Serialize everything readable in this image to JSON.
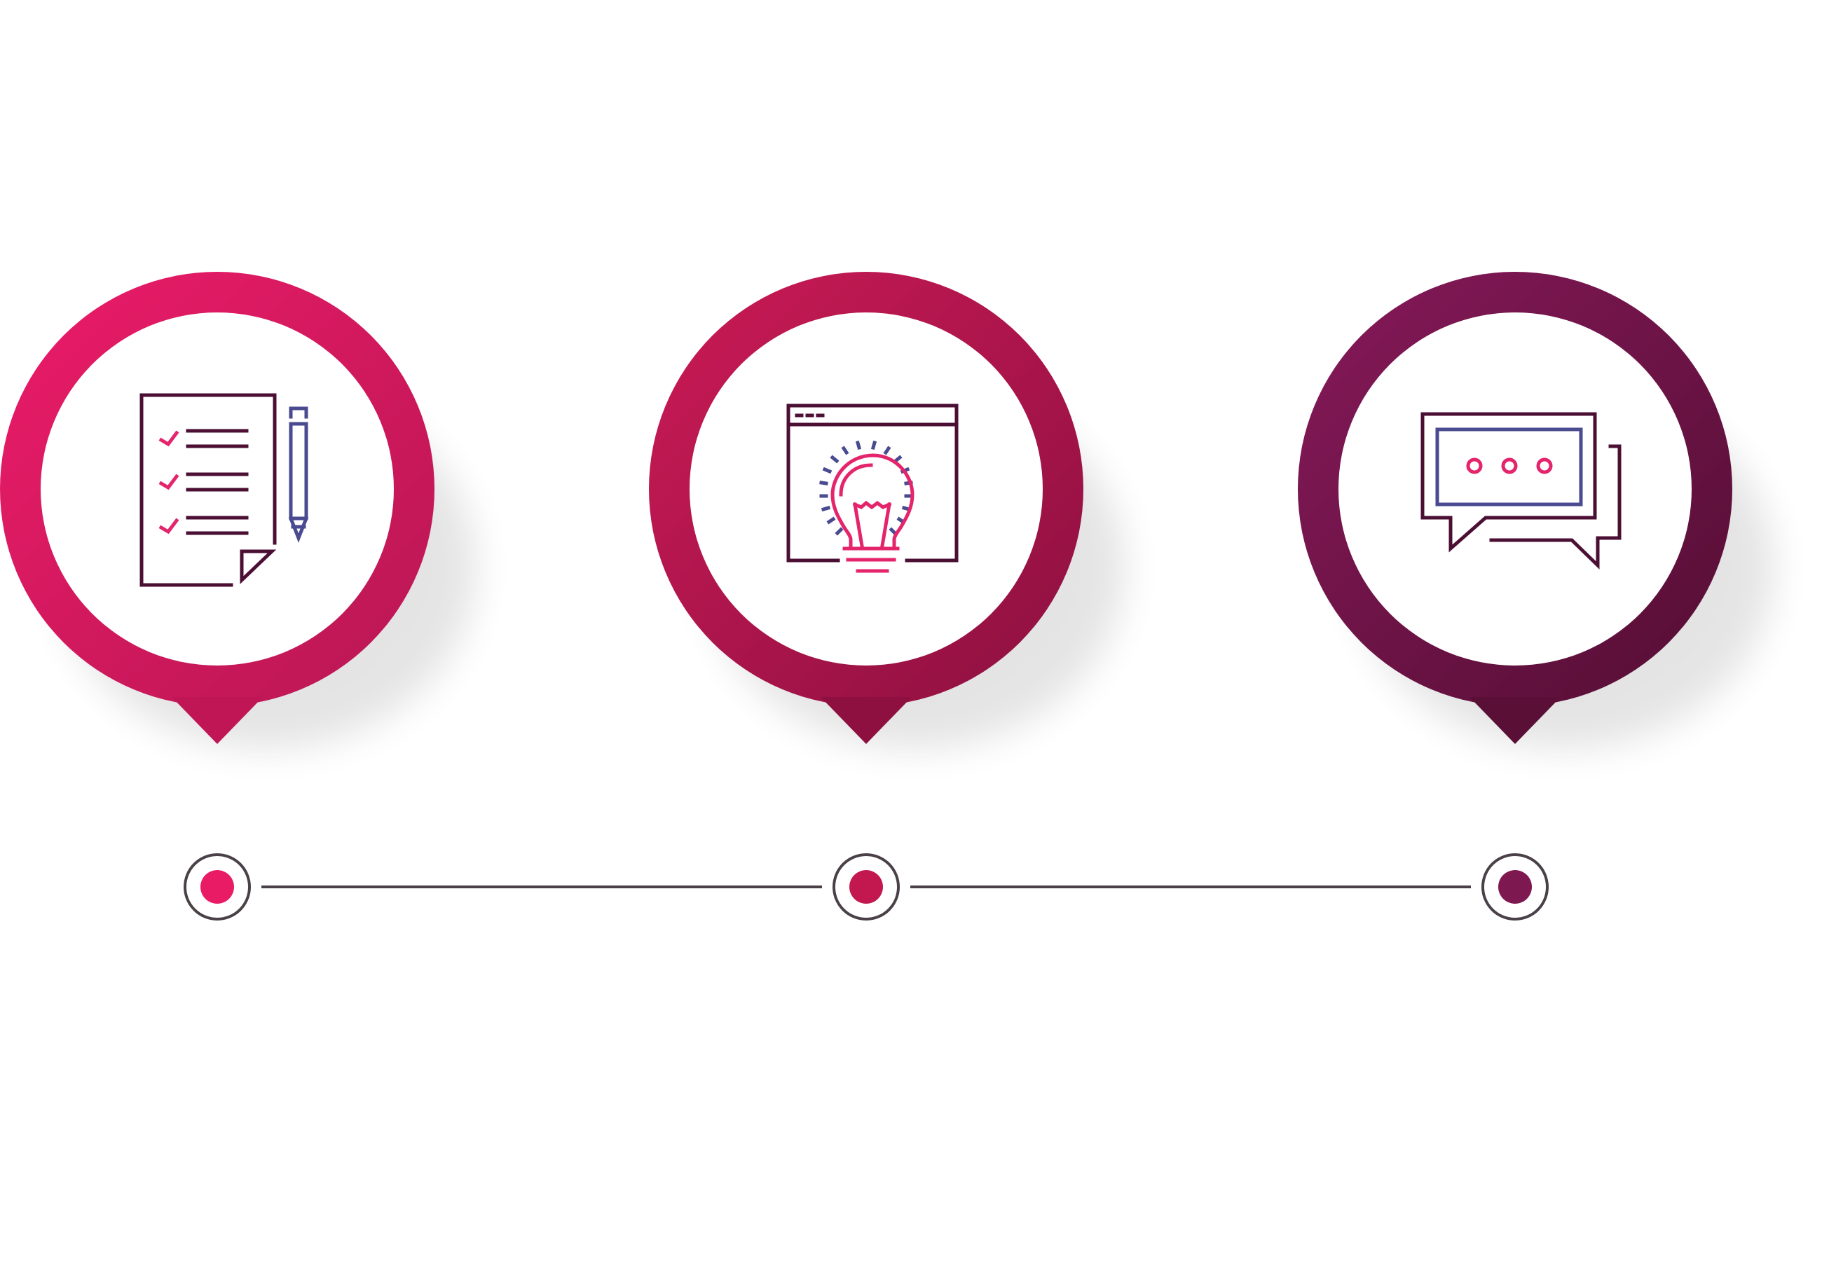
{
  "colors": {
    "step1": "#e81b64",
    "step1_dark": "#c01656",
    "step2": "#c2184f",
    "step2_dark": "#8e1040",
    "step3": "#7e1850",
    "step3_dark": "#5a0f36",
    "line": "#4a4148",
    "icon_dark": "#4b0f34",
    "icon_pink": "#e4246b",
    "icon_blue": "#4a4a90"
  },
  "steps": [
    {
      "icon": "checklist-document-icon",
      "color_key": "step1"
    },
    {
      "icon": "lightbulb-browser-icon",
      "color_key": "step2"
    },
    {
      "icon": "chat-bubbles-icon",
      "color_key": "step3"
    }
  ]
}
